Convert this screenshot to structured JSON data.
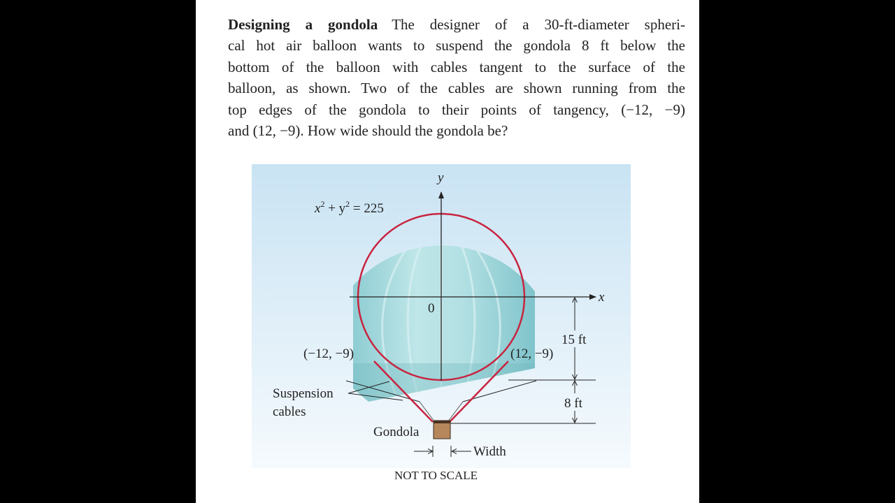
{
  "problem": {
    "title": "Designing a gondola",
    "lines": [
      "The designer of a 30-ft-diameter spheri-",
      "cal hot air balloon wants to suspend the gondola 8 ft below the",
      "bottom of the balloon with cables tangent to the surface of the",
      "balloon, as shown. Two of the cables are shown running from the",
      "top edges of the gondola to their points of tangency, (−12, −9)",
      "and (12, −9). How wide should the gondola be?"
    ]
  },
  "figure": {
    "equation_lhs": "x",
    "equation_mid": " + y",
    "equation_rhs": " = 225",
    "exp": "2",
    "y_axis_label": "y",
    "x_axis_label": "x",
    "origin_label": "0",
    "left_tangent_label": "(−12, −9)",
    "right_tangent_label": "(12, −9)",
    "dim_15": "15 ft",
    "dim_8": "8 ft",
    "cables_label_line1": "Suspension",
    "cables_label_line2": "cables",
    "gondola_label": "Gondola",
    "width_label": "Width",
    "scale_note": "NOT TO SCALE",
    "colors": {
      "sky_top": "#c9e3f3",
      "sky_bottom": "#f3f9fd",
      "circle": "#c8233f",
      "balloon": "#a9dce0",
      "gondola": "#b5875a"
    }
  }
}
